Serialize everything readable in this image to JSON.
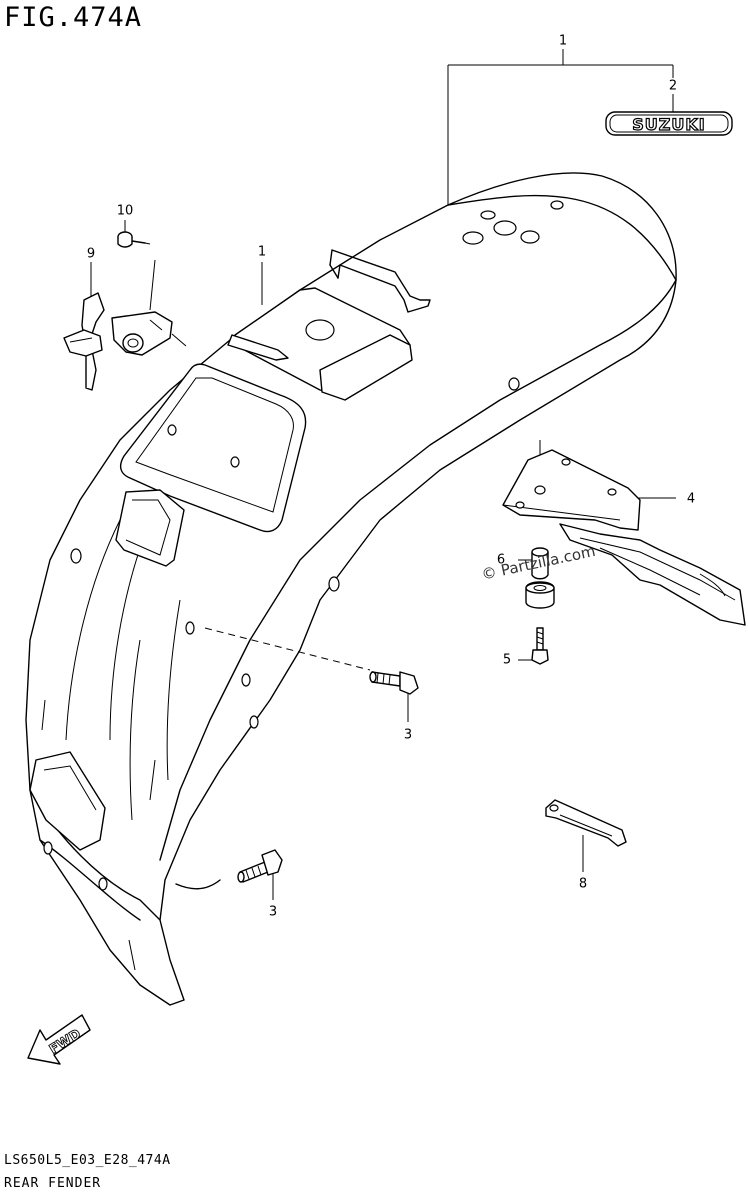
{
  "figure": {
    "title": "FIG.474A",
    "code": "LS650L5_E03_E28_474A",
    "name": "REAR FENDER"
  },
  "watermark": "© Partzilla.com",
  "emblem_text": "SUZUKI",
  "fwd_label": "FWD",
  "callouts": [
    {
      "id": "1a",
      "label": "1"
    },
    {
      "id": "2",
      "label": "2"
    },
    {
      "id": "1b",
      "label": "1"
    },
    {
      "id": "10",
      "label": "10"
    },
    {
      "id": "9",
      "label": "9"
    },
    {
      "id": "4",
      "label": "4"
    },
    {
      "id": "6",
      "label": "6"
    },
    {
      "id": "5",
      "label": "5"
    },
    {
      "id": "3a",
      "label": "3"
    },
    {
      "id": "8",
      "label": "8"
    },
    {
      "id": "3b",
      "label": "3"
    }
  ]
}
